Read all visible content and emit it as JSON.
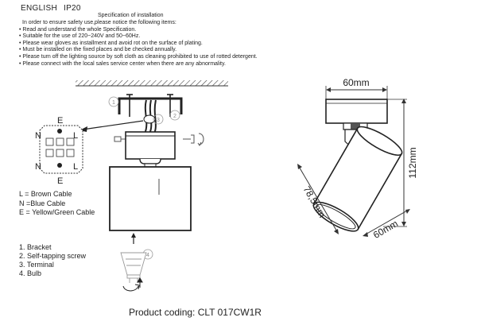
{
  "header": {
    "language": "ENGLISH",
    "rating": "IP20"
  },
  "spec": {
    "title": "Specification of installation",
    "intro": "In order to ensure safety use,please notice the following items:",
    "items": [
      "• Read and understand the whole Specification.",
      "• Suitable for the use of 220~240V and 50~60Hz.",
      "• Please wear gloves as installment and avoid rot on the surface of plating.",
      "• Must be installed on the fixed places and be checked annually.",
      "• Please turn off the lighting source by soft cloth as cleaning prohibited to use of rotted detergent.",
      "• Please connect with the local sales service center when there are any abnormality."
    ]
  },
  "terminal": {
    "top": "E",
    "left": "N",
    "right": "L"
  },
  "legend": [
    "L = Brown Cable",
    "N =Blue Cable",
    "E = Yellow/Green Cable"
  ],
  "parts": [
    "1. Bracket",
    "2. Self-tapping screw",
    "3. Terminal",
    "4. Bulb"
  ],
  "callouts": [
    "1",
    "2",
    "3",
    "4"
  ],
  "dimensions": {
    "top_width": "60mm",
    "height": "112mm",
    "length": "78,5mm",
    "diameter": "60mm"
  },
  "product": {
    "coding": "Product coding: CLT 017CW1R"
  }
}
